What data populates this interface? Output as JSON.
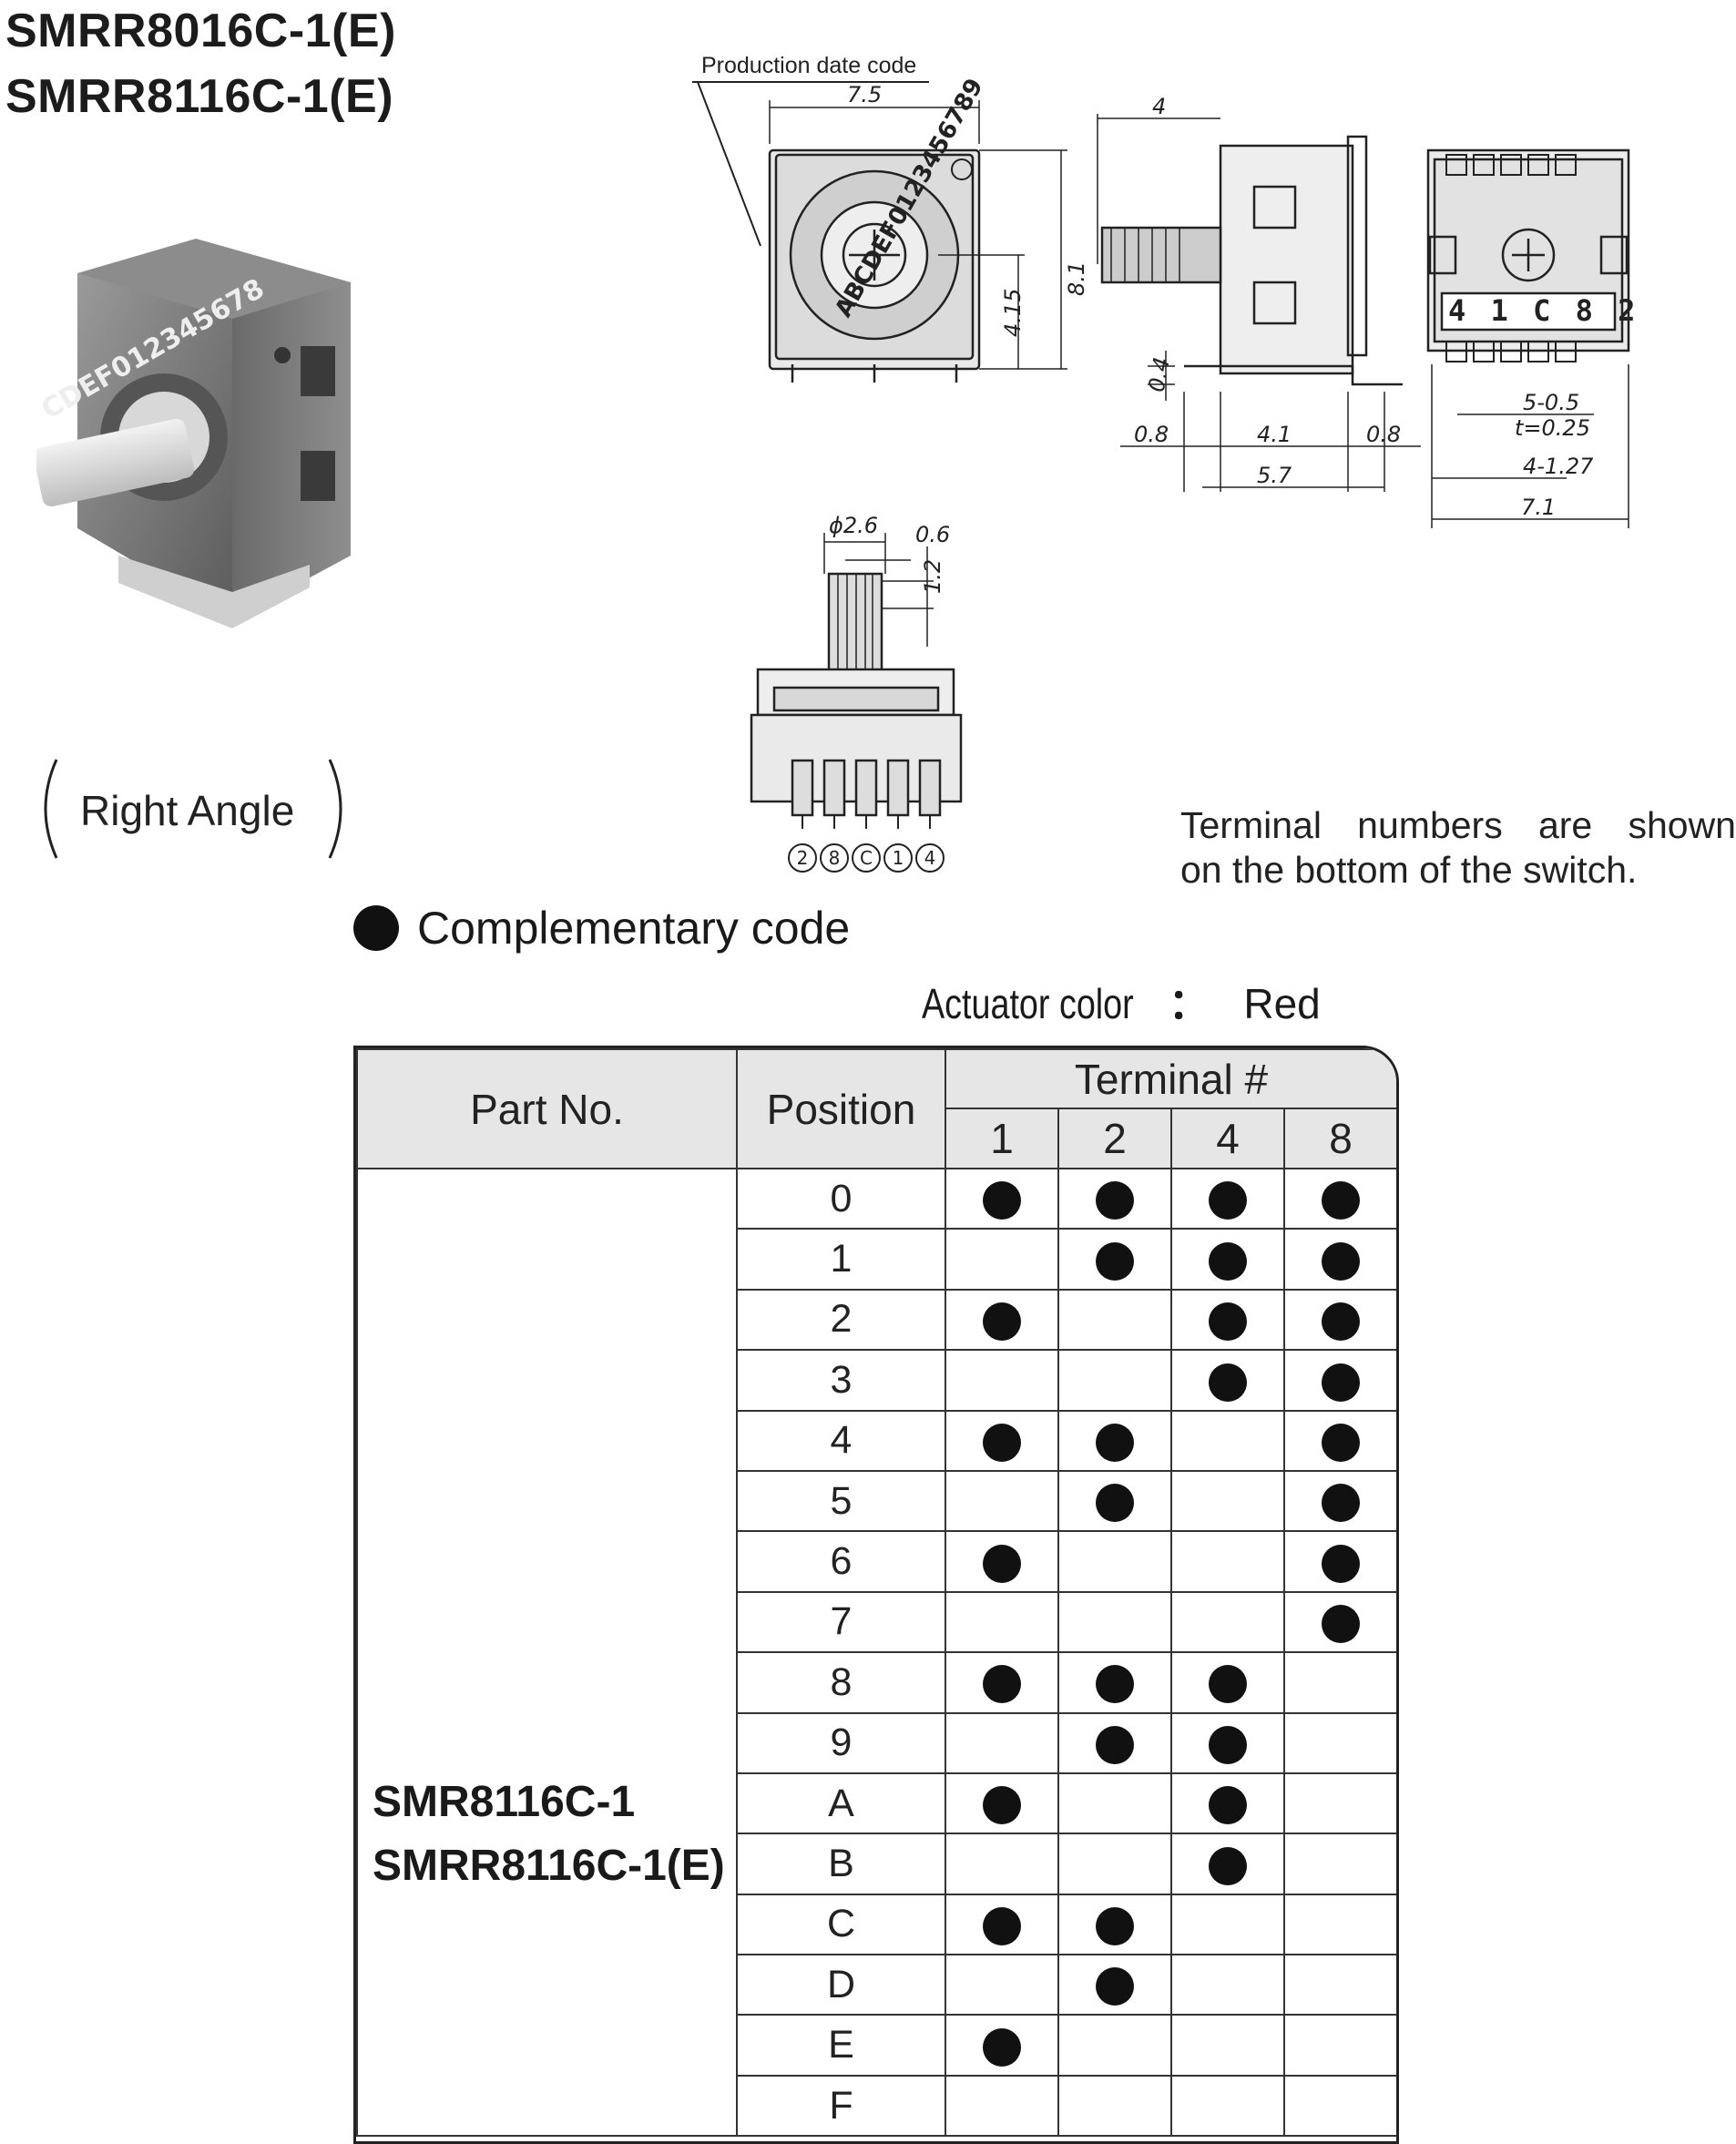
{
  "titles": [
    "SMRR8016C-1(E)",
    "SMRR8116C-1(E)"
  ],
  "photo": {
    "dial_digits": "CDEF012345678"
  },
  "mount_label": "Right Angle",
  "drawing": {
    "production_date_code": "Production date code",
    "front_dial_text": "ABCDEF0123456789",
    "dims": {
      "w75": "7.5",
      "h81": "8.1",
      "h415": "4.15",
      "d4": "4",
      "d04": "0.4",
      "d08a": "0.8",
      "d41": "4.1",
      "d08b": "0.8",
      "d57": "5.7",
      "d505": "5-0.5",
      "t025": "t=0.25",
      "d4127": "4-1.27",
      "d71": "7.1",
      "phi26": "ϕ2.6",
      "d06": "0.6",
      "d12": "1.2"
    },
    "bottom_terminals": "4 1 C 8 2",
    "terminal_circles": [
      "2",
      "8",
      "C",
      "1",
      "4"
    ]
  },
  "note": [
    "Terminal numbers are shown",
    "on the bottom of the switch."
  ],
  "complementary": "Complementary code",
  "actuator": {
    "label": "Actuator color",
    "sep": "：",
    "value": "Red"
  },
  "table": {
    "h_part": "Part No.",
    "h_position": "Position",
    "h_terminal": "Terminal #",
    "terminals": [
      "1",
      "2",
      "4",
      "8"
    ],
    "part_numbers": [
      "SMR8116C-1",
      "SMRR8116C-1(E)"
    ],
    "rows": [
      {
        "pos": "0",
        "on": [
          1,
          1,
          1,
          1
        ]
      },
      {
        "pos": "1",
        "on": [
          0,
          1,
          1,
          1
        ]
      },
      {
        "pos": "2",
        "on": [
          1,
          0,
          1,
          1
        ]
      },
      {
        "pos": "3",
        "on": [
          0,
          0,
          1,
          1
        ]
      },
      {
        "pos": "4",
        "on": [
          1,
          1,
          0,
          1
        ]
      },
      {
        "pos": "5",
        "on": [
          0,
          1,
          0,
          1
        ]
      },
      {
        "pos": "6",
        "on": [
          1,
          0,
          0,
          1
        ]
      },
      {
        "pos": "7",
        "on": [
          0,
          0,
          0,
          1
        ]
      },
      {
        "pos": "8",
        "on": [
          1,
          1,
          1,
          0
        ]
      },
      {
        "pos": "9",
        "on": [
          0,
          1,
          1,
          0
        ]
      },
      {
        "pos": "A",
        "on": [
          1,
          0,
          1,
          0
        ]
      },
      {
        "pos": "B",
        "on": [
          0,
          0,
          1,
          0
        ]
      },
      {
        "pos": "C",
        "on": [
          1,
          1,
          0,
          0
        ]
      },
      {
        "pos": "D",
        "on": [
          0,
          1,
          0,
          0
        ]
      },
      {
        "pos": "E",
        "on": [
          1,
          0,
          0,
          0
        ]
      },
      {
        "pos": "F",
        "on": [
          0,
          0,
          0,
          0
        ]
      }
    ]
  }
}
